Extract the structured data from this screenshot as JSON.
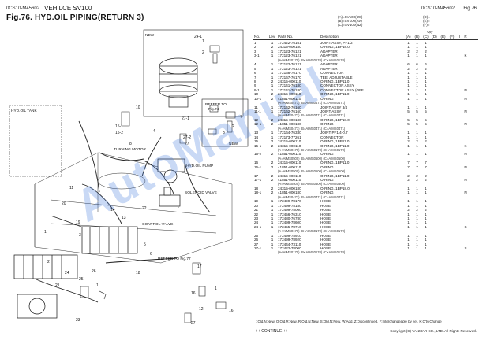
{
  "header": {
    "doc_code": "0CS10-M45602",
    "vehicle": "VEHILCE SV100",
    "title": "Fig.76.  HYD.OIL PIPING(RETURN 3)",
    "right_code": "0CS10-M45602",
    "fig_ref": "Fig.76",
    "models": [
      "(A)=SV100(US)",
      "(B)=SV100(AV)",
      "(C)=SV100(NZ)"
    ],
    "models_right": [
      "(D)=",
      "(E)=",
      "(F)="
    ]
  },
  "diagram": {
    "labels": {
      "new1": "NEW",
      "new2": "NEW",
      "tank": "HYD.OIL TANK",
      "motor": "TURNING MOTOR",
      "pump": "HYD.OIL PUMP",
      "solenoid": "SOLENOID VALVE",
      "control": "CONTROL VALVE",
      "ref74": "REFFER TO",
      "ref74b": "Fig.74",
      "ref77": "REFFER TO Fig.77"
    },
    "callouts": [
      "24-1",
      "1",
      "2",
      "27-1",
      "15-1",
      "15-2",
      "27-2",
      "27",
      "3",
      "2",
      "4",
      "10",
      "7",
      "8",
      "11",
      "22",
      "19",
      "14",
      "20",
      "1",
      "13",
      "3",
      "5",
      "6",
      "2",
      "24",
      "25",
      "26",
      "21",
      "18",
      "1",
      "17",
      "1",
      "16",
      "12",
      "16",
      "27",
      "23"
    ]
  },
  "table": {
    "headers": {
      "no": "No.",
      "lev": "Lev.",
      "part": "Parts No.",
      "desc": "Description",
      "qty": "Qty",
      "qty_cols": [
        "(A)",
        "(B)",
        "(C)",
        "(D)",
        "(E)",
        "(F)"
      ],
      "i": "I",
      "r": "R"
    },
    "rows": [
      {
        "no": "1",
        "lev": "1",
        "part": "172422-76161",
        "desc": "JOINT ASSY, PF1/2",
        "q": [
          "1",
          "1",
          "1"
        ],
        "i": "",
        "r": ""
      },
      {
        "no": "2",
        "lev": "2",
        "part": "24315-000180",
        "desc": "O-RING, 1BP18.0",
        "q": [
          "1",
          "1",
          "1"
        ],
        "i": "",
        "r": ""
      },
      {
        "no": "3",
        "lev": "1",
        "part": "172123-76121",
        "desc": "ADAPTER",
        "q": [
          "2",
          "2",
          "2"
        ],
        "i": "",
        "r": ""
      },
      {
        "no": "3-1",
        "lev": "1",
        "part": "172123-76121",
        "desc": "ADAPTER",
        "q": [
          "1",
          "1",
          "1"
        ],
        "i": "",
        "r": "K"
      },
      {
        "sub": true,
        "text": "(A<AIMS0170)                (B<AIMS0170)                (C<AIMS0170)"
      },
      {
        "no": "4",
        "lev": "1",
        "part": "172122-76121",
        "desc": "ADAPTER",
        "q": [
          "6",
          "6",
          "6"
        ],
        "i": "",
        "r": ""
      },
      {
        "no": "5",
        "lev": "1",
        "part": "172123-76121",
        "desc": "ADAPTER",
        "q": [
          "2",
          "2",
          "2"
        ],
        "i": "",
        "r": ""
      },
      {
        "no": "6",
        "lev": "1",
        "part": "172168-76170",
        "desc": "CONNECTOR",
        "q": [
          "1",
          "1",
          "1"
        ],
        "i": "",
        "r": ""
      },
      {
        "no": "7",
        "lev": "1",
        "part": "172167-76170",
        "desc": "TEE, ADJUSTABLE",
        "q": [
          "1",
          "1",
          "1"
        ],
        "i": "",
        "r": ""
      },
      {
        "no": "8",
        "lev": "2",
        "part": "24315-000110",
        "desc": "O-RING, 1BP11.0",
        "q": [
          "1",
          "1",
          "1"
        ],
        "i": "",
        "r": ""
      },
      {
        "no": "9",
        "lev": "1",
        "part": "172141-76180",
        "desc": "CONNECTOR ASSY",
        "q": [
          "1",
          "1",
          "1"
        ],
        "i": "",
        "r": ""
      },
      {
        "no": "9-1",
        "lev": "1",
        "part": "172141-76180",
        "desc": "CONNECTOR ASSY (OFF",
        "q": [
          "1",
          "1",
          "1"
        ],
        "i": "",
        "r": "N"
      },
      {
        "no": "10",
        "lev": "2",
        "part": "24315-000110",
        "desc": "O-RING, 1BP11.0",
        "q": [
          "1",
          "1",
          "1"
        ],
        "i": "",
        "r": ""
      },
      {
        "no": "10-1",
        "lev": "2",
        "part": "41851-000110",
        "desc": "O-RING",
        "q": [
          "1",
          "1",
          "1"
        ],
        "i": "",
        "r": "N"
      },
      {
        "sub": true,
        "text": "(A=AIMS0471)                (B=AIMS0471)                (C=AIMS0471)"
      },
      {
        "no": "11",
        "lev": "1",
        "part": "172162-76160",
        "desc": "JOINT ASSY 3/4",
        "q": [
          "1",
          "1",
          "1"
        ],
        "i": "",
        "r": ""
      },
      {
        "no": "11-1",
        "lev": "1",
        "part": "172162-76160",
        "desc": "JOINT ASSY",
        "q": [
          "5",
          "5",
          "5"
        ],
        "i": "",
        "r": "N"
      },
      {
        "sub": true,
        "text": "(A=AIMS0471)                (B=AIMS0471)                (C=AIMS0471)"
      },
      {
        "no": "12",
        "lev": "2",
        "part": "24315-000180",
        "desc": "O-RING, 1BP18.0",
        "q": [
          "5",
          "5",
          "5"
        ],
        "i": "",
        "r": ""
      },
      {
        "no": "12-1",
        "lev": "2",
        "part": "41851-000180",
        "desc": "O-RING",
        "q": [
          "5",
          "5",
          "5"
        ],
        "i": "",
        "r": "N"
      },
      {
        "sub": true,
        "text": "(A=AIMS0471)                (B=AIMS0471)                (C=AIMS0471)"
      },
      {
        "no": "13",
        "lev": "1",
        "part": "172164-76330",
        "desc": "JOINT PF1/4-0.7",
        "q": [
          "1",
          "1",
          "1"
        ],
        "i": "",
        "r": ""
      },
      {
        "no": "14",
        "lev": "1",
        "part": "172173-77261",
        "desc": "CONNECTOR",
        "q": [
          "1",
          "1",
          "1"
        ],
        "i": "",
        "r": ""
      },
      {
        "no": "15",
        "lev": "2",
        "part": "24315-000110",
        "desc": "O-RING, 1BP11.0",
        "q": [
          "2",
          "2",
          "2"
        ],
        "i": "",
        "r": ""
      },
      {
        "no": "15-1",
        "lev": "2",
        "part": "24315-000110",
        "desc": "O-RING, 1BP11.0",
        "q": [
          "1",
          "1",
          "1"
        ],
        "i": "",
        "r": "K"
      },
      {
        "sub": true,
        "text": "(A<AIMS0170)                (B<AIMS0170)                (C<AIMS0170)"
      },
      {
        "no": "15-2",
        "lev": "2",
        "part": "41851-000110",
        "desc": "O-RING",
        "q": [
          "1",
          "1",
          "1"
        ],
        "i": "",
        "r": "N"
      },
      {
        "sub": true,
        "text": "(A=AIMS0500)                (B=AIMS0500)                (C=AIMS0500)"
      },
      {
        "no": "16",
        "lev": "2",
        "part": "24315-000110",
        "desc": "O-RING, 1BP11.0",
        "q": [
          "7",
          "7",
          "7"
        ],
        "i": "",
        "r": ""
      },
      {
        "no": "16-1",
        "lev": "2",
        "part": "41851-000110",
        "desc": "O-RING",
        "q": [
          "7",
          "7",
          "7"
        ],
        "i": "",
        "r": "N"
      },
      {
        "sub": true,
        "text": "(A=AIMS0500)                (B=AIMS0500)                (C=AIMS0500)"
      },
      {
        "no": "17",
        "lev": "2",
        "part": "24315-000110",
        "desc": "O-RING, 1BP11.0",
        "q": [
          "2",
          "2",
          "2"
        ],
        "i": "",
        "r": ""
      },
      {
        "no": "17-1",
        "lev": "2",
        "part": "41851-000110",
        "desc": "O-RING",
        "q": [
          "2",
          "2",
          "2"
        ],
        "i": "",
        "r": "N"
      },
      {
        "sub": true,
        "text": "(A=AIMS0500)                (B=AIMS0500)                (C=AIMS0500)"
      },
      {
        "no": "18",
        "lev": "2",
        "part": "24315-000180",
        "desc": "O-RING, 1BP18.0",
        "q": [
          "1",
          "1",
          "1"
        ],
        "i": "",
        "r": ""
      },
      {
        "no": "18-1",
        "lev": "2",
        "part": "41851-000180",
        "desc": "O-RING",
        "q": [
          "1",
          "1",
          "1"
        ],
        "i": "",
        "r": "N"
      },
      {
        "sub": true,
        "text": "(A=AIMS0471)                (B=AIMS0471)                (C=AIMS0471)"
      },
      {
        "no": "19",
        "lev": "1",
        "part": "172499-78170",
        "desc": "HOSE",
        "q": [
          "1",
          "1",
          "1"
        ],
        "i": "",
        "r": ""
      },
      {
        "no": "20",
        "lev": "1",
        "part": "172499-78180",
        "desc": "HOSE",
        "q": [
          "1",
          "1",
          "1"
        ],
        "i": "",
        "r": ""
      },
      {
        "no": "21",
        "lev": "1",
        "part": "172499-78060",
        "desc": "HOSE",
        "q": [
          "2",
          "2",
          "2"
        ],
        "i": "",
        "r": ""
      },
      {
        "no": "22",
        "lev": "1",
        "part": "172456-76310",
        "desc": "HOSE",
        "q": [
          "1",
          "1",
          "1"
        ],
        "i": "",
        "r": ""
      },
      {
        "no": "23",
        "lev": "1",
        "part": "172480-76780",
        "desc": "HOSE",
        "q": [
          "1",
          "1",
          "1"
        ],
        "i": "",
        "r": ""
      },
      {
        "no": "24",
        "lev": "1",
        "part": "172499-78600",
        "desc": "HOSE",
        "q": [
          "1",
          "1",
          "1"
        ],
        "i": "",
        "r": ""
      },
      {
        "no": "24-1",
        "lev": "1",
        "part": "172455-78710",
        "desc": "HOSE",
        "q": [
          "1",
          "1",
          "1"
        ],
        "i": "",
        "r": "S"
      },
      {
        "sub": true,
        "text": "(A<AIMS0170)                (B<AIMS0170)                (C<AIMS0170)"
      },
      {
        "no": "25",
        "lev": "1",
        "part": "172499-78910",
        "desc": "HOSE",
        "q": [
          "1",
          "1",
          "1"
        ],
        "i": "",
        "r": ""
      },
      {
        "no": "26",
        "lev": "1",
        "part": "172499-78920",
        "desc": "HOSE",
        "q": [
          "1",
          "1",
          "1"
        ],
        "i": "",
        "r": ""
      },
      {
        "no": "27",
        "lev": "1",
        "part": "172444-73110",
        "desc": "HOSE",
        "q": [
          "1",
          "1",
          "1"
        ],
        "i": "",
        "r": ""
      },
      {
        "no": "27-1",
        "lev": "1",
        "part": "172422-78000",
        "desc": "HOSE",
        "q": [
          "1",
          "1",
          "1"
        ],
        "i": "",
        "r": "S"
      },
      {
        "sub": true,
        "text": "(A<AIMS0170)                (B<AIMS0170)                (C<AIMS0170)"
      }
    ]
  },
  "footer": {
    "legend": "I:Old,N:New, O:Old,R:New, R:Old,N:New, S:Old,N:New, W:Add, Z:Discontinued, F:Interchangeable by set, K:Q'ty Change",
    "cont": "++ CONTINUE ++",
    "copyright": "Copyright (C)  YANMAR CO., LTD. All Rights Reserved."
  },
  "watermark": "AutoManual"
}
